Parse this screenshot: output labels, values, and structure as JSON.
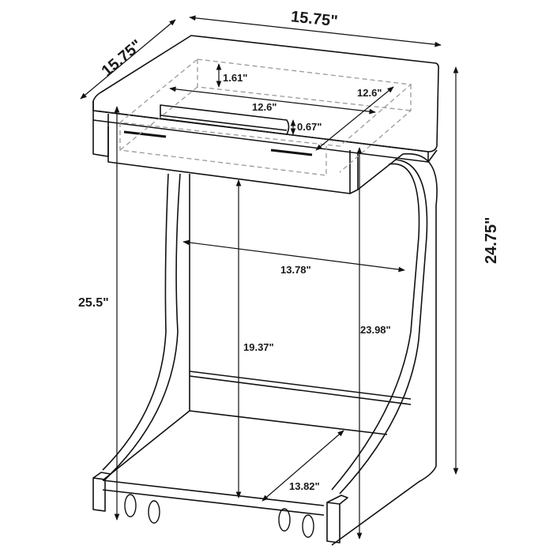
{
  "diagram": {
    "subject": "C-shaped mobile side table with drawer and casters",
    "colors": {
      "line": "#111111",
      "dashed": "#9a9a9a",
      "background": "#ffffff"
    },
    "dimensions": {
      "top_width": "15.75\"",
      "top_depth": "15.75\"",
      "drawer_height": "1.61\"",
      "drawer_inner_width": "12.6\"",
      "drawer_inner_depth": "12.6\"",
      "handle_height": "0.67\"",
      "total_height": "24.75\"",
      "left_height": "25.5\"",
      "inner_width": "13.78\"",
      "clearance_height": "19.37\"",
      "inner_height": "23.98\"",
      "base_depth": "13.82\""
    }
  }
}
